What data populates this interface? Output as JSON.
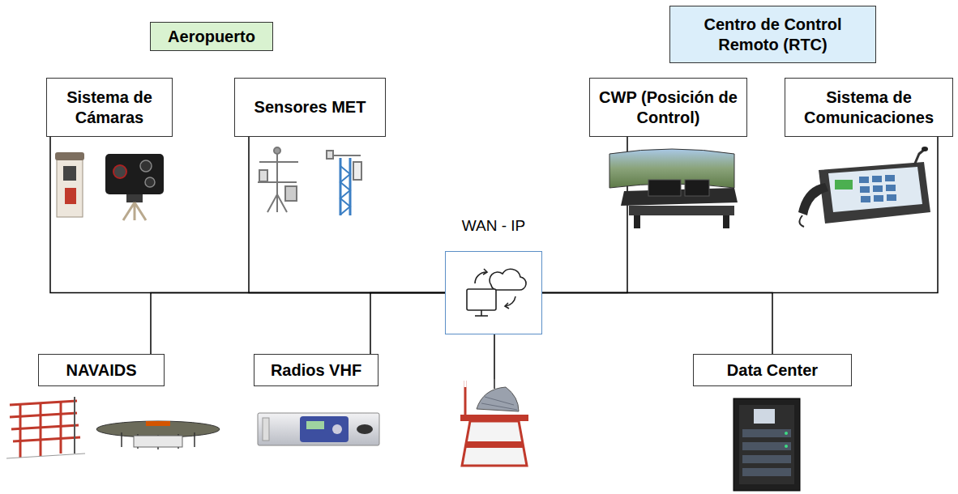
{
  "diagram": {
    "nodes": [
      {
        "text": [
          "Aeropuerto"
        ]
      },
      {
        "text": [
          "Centro de Control Remoto (RTC)"
        ]
      },
      {
        "text": [
          "Sistema de Cámaras"
        ]
      },
      {
        "text": [
          "Sensores MET"
        ]
      },
      {
        "text": [
          "CWP (Posición de Control)"
        ]
      },
      {
        "text": [
          "Sistema de Comunicaciones"
        ]
      },
      {
        "text": [
          "NAVAIDS"
        ]
      },
      {
        "text": [
          "Radios VHF"
        ]
      },
      {
        "text": [
          "WAN - IP"
        ]
      },
      {
        "text": [
          "Data Center"
        ]
      }
    ],
    "edges": [
      {
        "from": 2,
        "to": 8,
        "arrow": "none"
      },
      {
        "from": 3,
        "to": 8,
        "arrow": "none"
      },
      {
        "from": 6,
        "to": 8,
        "arrow": "none"
      },
      {
        "from": 7,
        "to": 8,
        "arrow": "none"
      },
      {
        "from": 4,
        "to": 8,
        "arrow": "none"
      },
      {
        "from": 5,
        "to": 8,
        "arrow": "none"
      },
      {
        "from": 9,
        "to": 8,
        "arrow": "none"
      }
    ]
  }
}
